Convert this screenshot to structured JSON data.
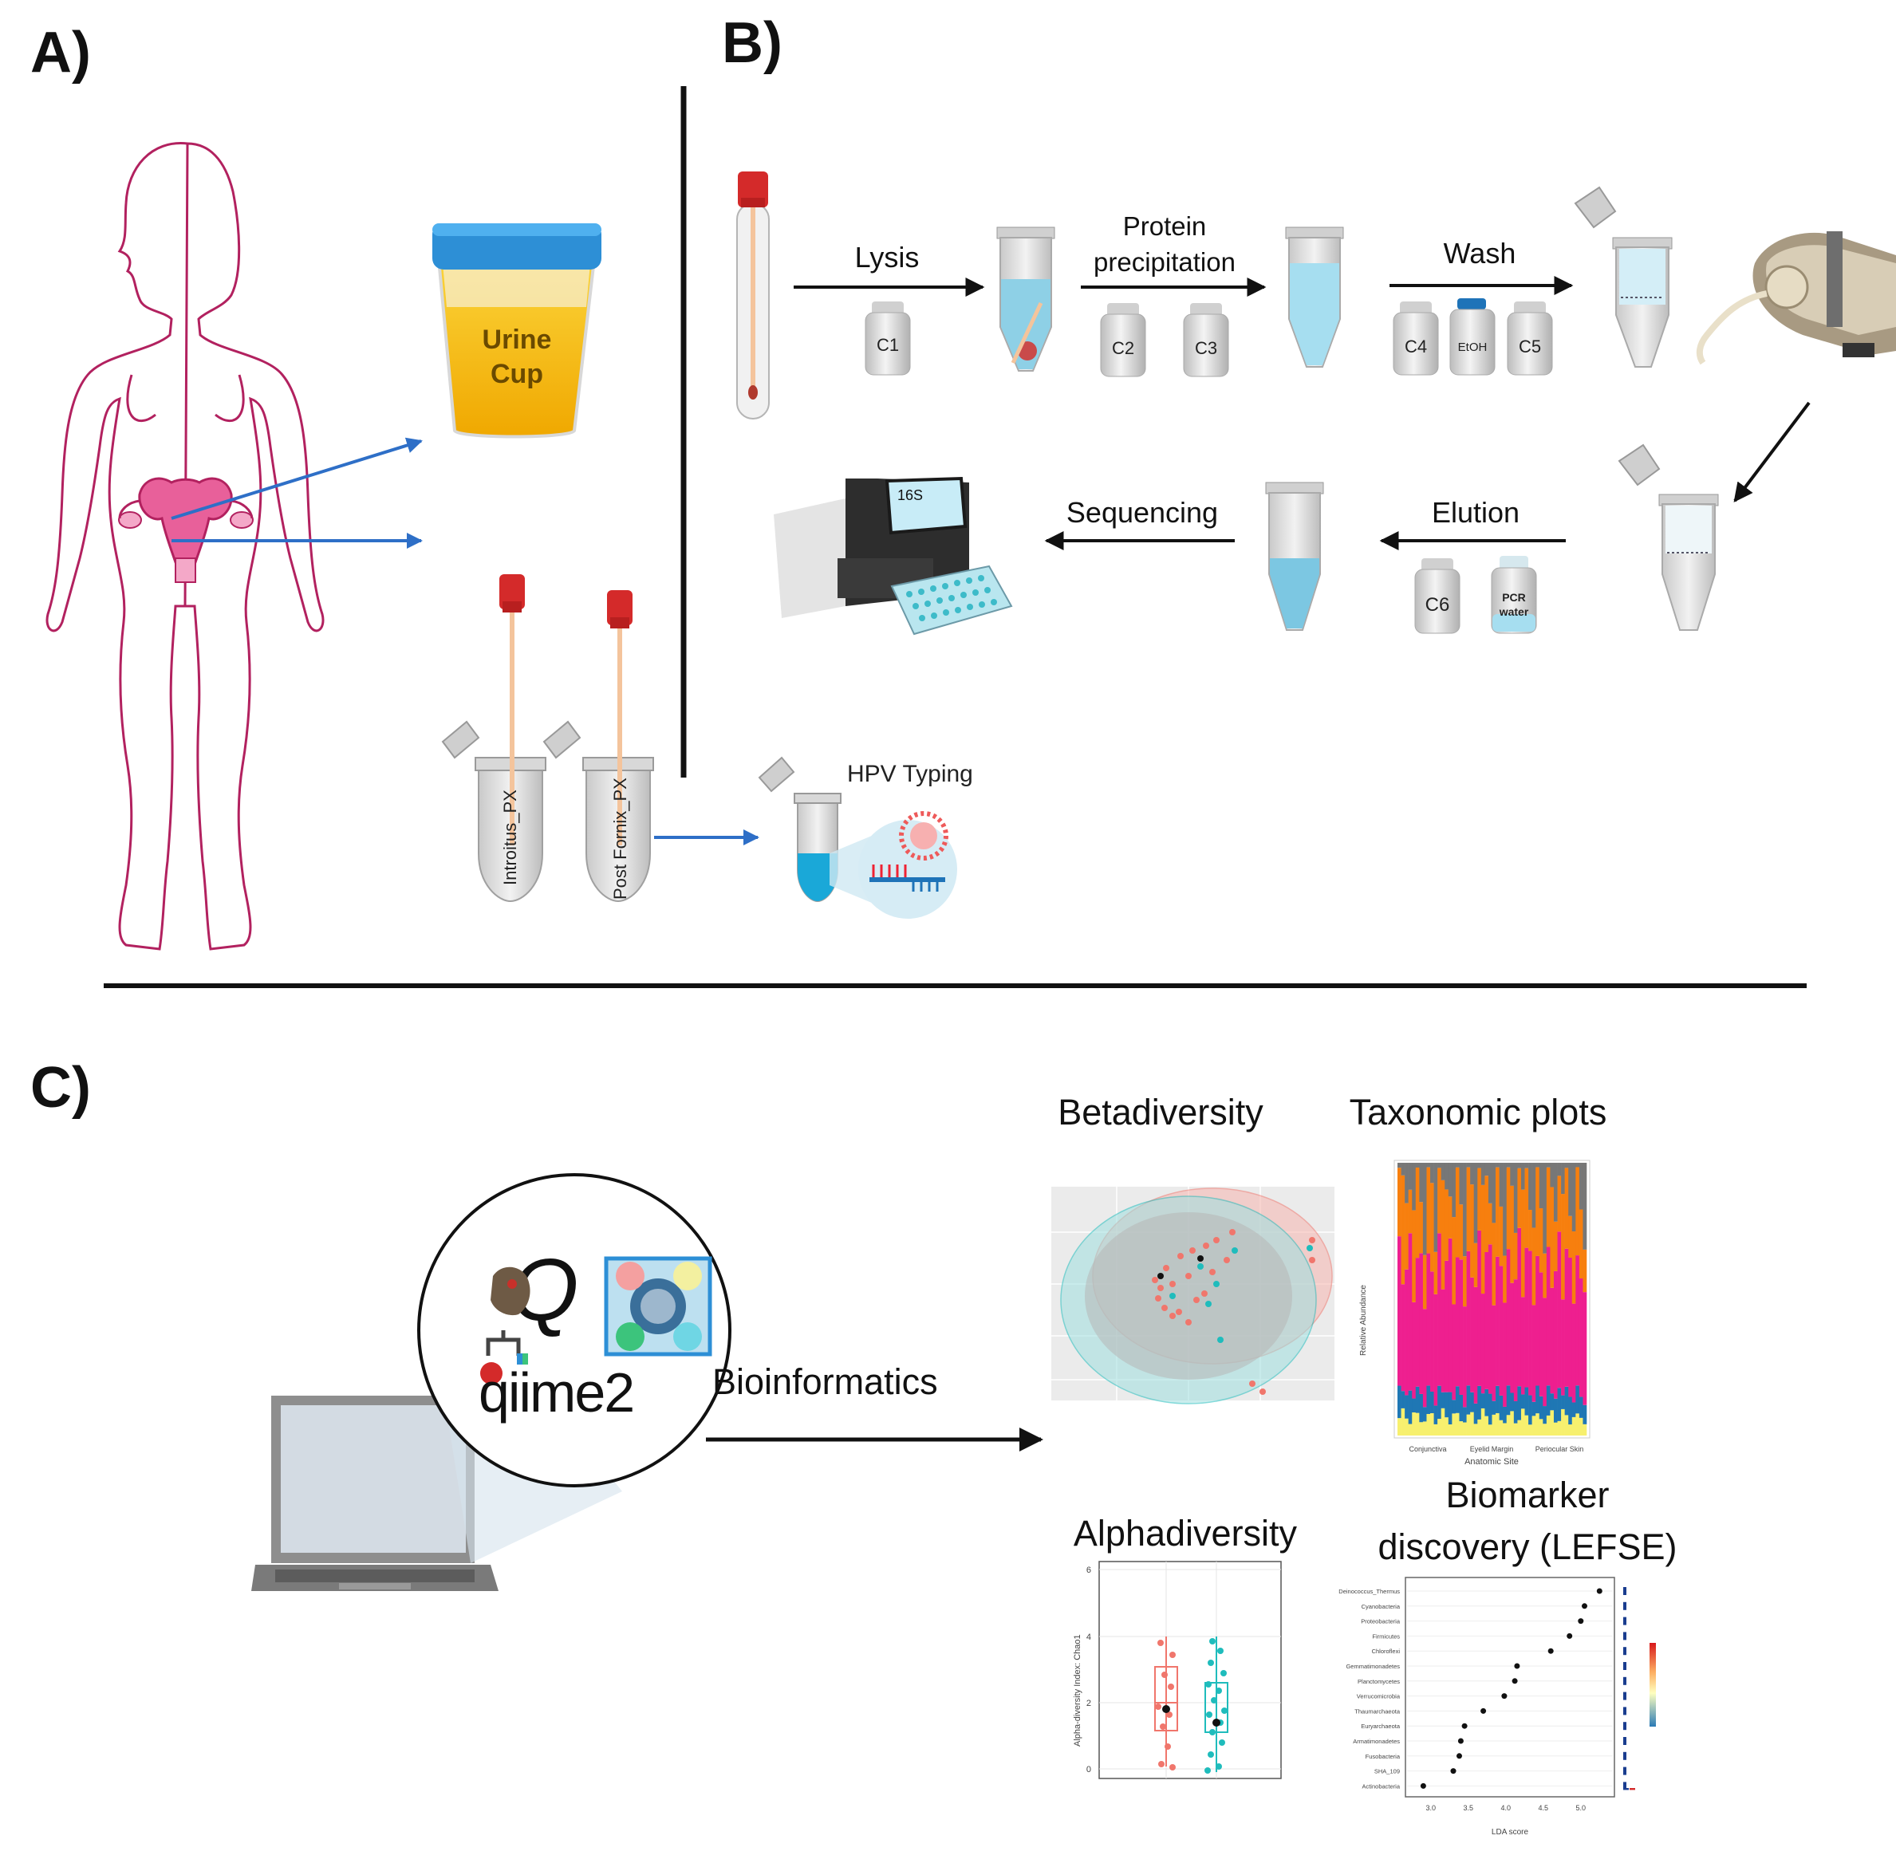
{
  "panels": {
    "a": "A)",
    "b": "B)",
    "c": "C)"
  },
  "panel_a": {
    "urine_cup": {
      "line1": "Urine",
      "line2": "Cup"
    },
    "tube1": "Introitus_PX",
    "tube2": "Post Fornix_PX",
    "hpv_label": "HPV Typing"
  },
  "panel_b": {
    "steps": {
      "lysis": "Lysis",
      "protein1": "Protein",
      "protein2": "precipitation",
      "wash": "Wash",
      "elution": "Elution",
      "sequencing": "Sequencing"
    },
    "reagents": {
      "c1": "C1",
      "c2": "C2",
      "c3": "C3",
      "c4": "C4",
      "etoh": "EtOH",
      "c5": "C5",
      "c6": "C6",
      "pcr1": "PCR",
      "pcr2": "water"
    },
    "sequencer_label": "16S"
  },
  "panel_c": {
    "bioinformatics": "Bioinformatics",
    "qiime": "qiime2",
    "q_logo": "Q",
    "betadiversity": "Betadiversity",
    "taxonomic": "Taxonomic plots",
    "alphadiversity": "Alphadiversity",
    "biomarker1": "Biomarker",
    "biomarker2": "discovery (LEFSE)",
    "tax_xlabel": "Anatomic Site",
    "tax_ylabel": "Relative Abundance",
    "tax_ticks": [
      "Conjunctiva",
      "Eyelid Margin",
      "Periocular Skin"
    ],
    "alpha_ylabel": "Alpha-diversity Index: Chao1",
    "alpha_yticks": [
      "0",
      "2",
      "4",
      "6"
    ],
    "lefse_xlabel": "LDA score",
    "lefse_xticks": [
      "3.0",
      "3.5",
      "4.0",
      "4.5",
      "5.0"
    ],
    "lefse_taxa": [
      "Deinococcus_Thermus",
      "Cyanobacteria",
      "Proteobacteria",
      "Firmicutes",
      "Chloroflexi",
      "Gemmatimonadetes",
      "Planctomycetes",
      "Verrucomicrobia",
      "Thaumarchaeota",
      "Euryarchaeota",
      "Armatimonadetes",
      "Fusobacteria",
      "SHA_109",
      "Actinobacteria"
    ],
    "lefse_scores": [
      5.25,
      5.05,
      5.0,
      4.85,
      4.6,
      4.15,
      4.12,
      3.98,
      3.7,
      3.45,
      3.4,
      3.38,
      3.3,
      2.9
    ]
  },
  "colors": {
    "arrow_blue": "#2e6fc7",
    "body_outline": "#b2215f",
    "uterus": "#e8609a",
    "cap_red": "#d42a2a",
    "cup_blue": "#2d8fd6",
    "urine": "#f5b70c",
    "teal": "#1fbcbc",
    "salmon": "#f0766c",
    "orange": "#f77f0e",
    "magenta": "#ee1f8f"
  }
}
